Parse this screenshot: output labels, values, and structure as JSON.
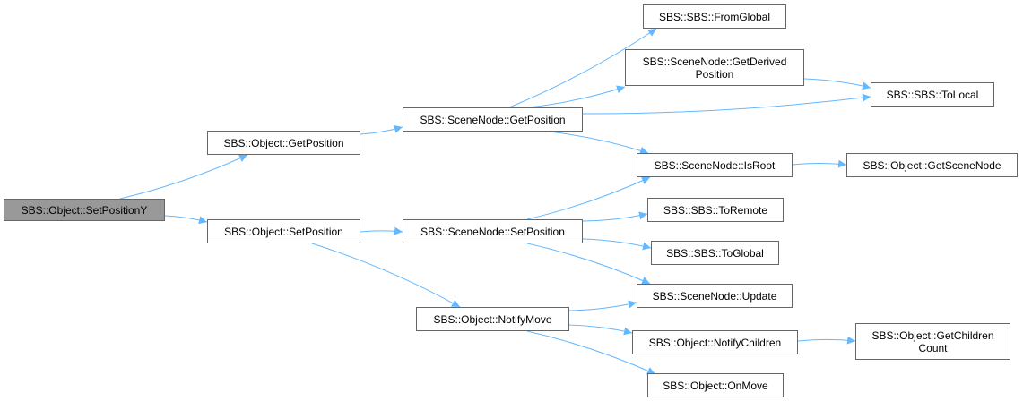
{
  "colors": {
    "edge": "#63b8ff",
    "border": "#666666",
    "root_fill": "#999999",
    "node_fill": "#ffffff"
  },
  "nodes": [
    {
      "id": "setpositiony",
      "lines": [
        "SBS::Object::SetPositionY"
      ],
      "root": true
    },
    {
      "id": "obj-getposition",
      "lines": [
        "SBS::Object::GetPosition"
      ]
    },
    {
      "id": "obj-setposition",
      "lines": [
        "SBS::Object::SetPosition"
      ]
    },
    {
      "id": "sn-getposition",
      "lines": [
        "SBS::SceneNode::GetPosition"
      ]
    },
    {
      "id": "sn-setposition",
      "lines": [
        "SBS::SceneNode::SetPosition"
      ]
    },
    {
      "id": "obj-notifymove",
      "lines": [
        "SBS::Object::NotifyMove"
      ]
    },
    {
      "id": "sbs-fromglobal",
      "lines": [
        "SBS::SBS::FromGlobal"
      ]
    },
    {
      "id": "sn-getderivedposition",
      "lines": [
        "SBS::SceneNode::GetDerived",
        "Position"
      ]
    },
    {
      "id": "sn-isroot",
      "lines": [
        "SBS::SceneNode::IsRoot"
      ]
    },
    {
      "id": "sbs-toremote",
      "lines": [
        "SBS::SBS::ToRemote"
      ]
    },
    {
      "id": "sbs-toglobal",
      "lines": [
        "SBS::SBS::ToGlobal"
      ]
    },
    {
      "id": "sn-update",
      "lines": [
        "SBS::SceneNode::Update"
      ]
    },
    {
      "id": "obj-notifychildren",
      "lines": [
        "SBS::Object::NotifyChildren"
      ]
    },
    {
      "id": "obj-onmove",
      "lines": [
        "SBS::Object::OnMove"
      ]
    },
    {
      "id": "sbs-tolocal",
      "lines": [
        "SBS::SBS::ToLocal"
      ]
    },
    {
      "id": "obj-getscenenode",
      "lines": [
        "SBS::Object::GetSceneNode"
      ]
    },
    {
      "id": "obj-getchildrencount",
      "lines": [
        "SBS::Object::GetChildren",
        "Count"
      ]
    }
  ],
  "edges": [
    [
      "setpositiony",
      "obj-getposition"
    ],
    [
      "setpositiony",
      "obj-setposition"
    ],
    [
      "obj-getposition",
      "sn-getposition"
    ],
    [
      "obj-setposition",
      "sn-setposition"
    ],
    [
      "obj-setposition",
      "obj-notifymove"
    ],
    [
      "sn-getposition",
      "sbs-fromglobal"
    ],
    [
      "sn-getposition",
      "sn-getderivedposition"
    ],
    [
      "sn-getposition",
      "sbs-tolocal"
    ],
    [
      "sn-getposition",
      "sn-isroot"
    ],
    [
      "sn-getderivedposition",
      "sbs-tolocal"
    ],
    [
      "sn-isroot",
      "obj-getscenenode"
    ],
    [
      "sn-setposition",
      "sn-isroot"
    ],
    [
      "sn-setposition",
      "sbs-toremote"
    ],
    [
      "sn-setposition",
      "sbs-toglobal"
    ],
    [
      "sn-setposition",
      "sn-update"
    ],
    [
      "obj-notifymove",
      "sn-update"
    ],
    [
      "obj-notifymove",
      "obj-notifychildren"
    ],
    [
      "obj-notifymove",
      "obj-onmove"
    ],
    [
      "obj-notifychildren",
      "obj-getchildrencount"
    ]
  ]
}
